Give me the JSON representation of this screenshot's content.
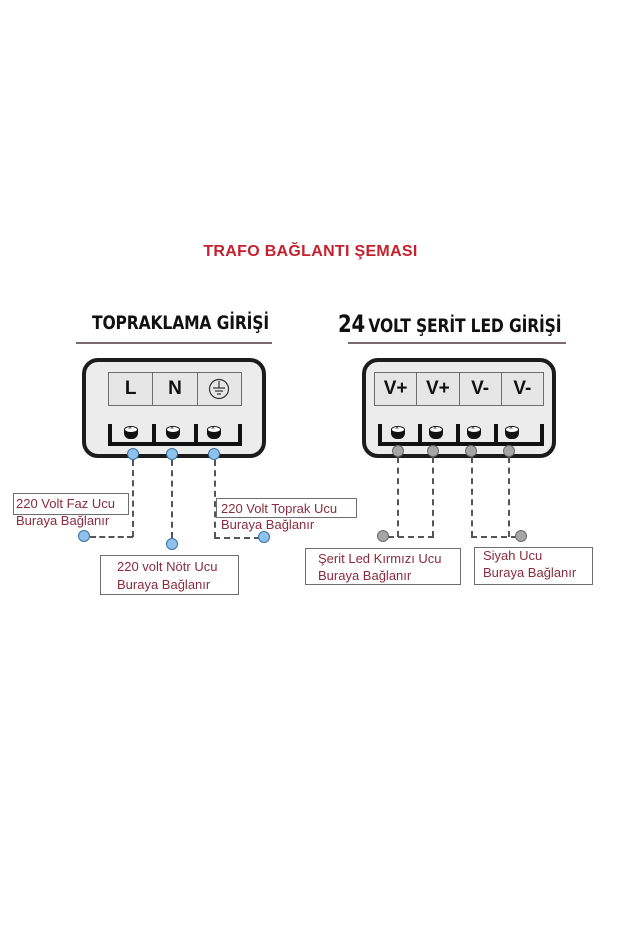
{
  "title": "TRAFO BAĞLANTI ŞEMASI",
  "colors": {
    "title": "#c4212e",
    "label_text": "#8a2b3e",
    "input_node": "#8ec1ec",
    "output_node": "#a6a6a6"
  },
  "input_section": {
    "heading": "TOPRAKLAMA GİRİŞİ",
    "terminals": [
      "L",
      "N",
      "earth-ground-symbol"
    ],
    "labels": {
      "phase": {
        "line1": "220 Volt Faz Ucu",
        "line2": "Buraya Bağlanır"
      },
      "neutral": {
        "line1": "220 volt Nötr Ucu",
        "line2": "Buraya Bağlanır"
      },
      "ground": {
        "line1": "220 Volt Toprak Ucu",
        "line2": "Buraya Bağlanır"
      }
    }
  },
  "output_section": {
    "heading_number": "24",
    "heading_text": "VOLT ŞERİT LED GİRİŞİ",
    "terminals": [
      "V+",
      "V+",
      "V-",
      "V-"
    ],
    "labels": {
      "positive": {
        "line1": "Şerit Led Kırmızı Ucu",
        "line2": "Buraya Bağlanır"
      },
      "negative": {
        "line1": "Siyah Ucu",
        "line2": "Buraya Bağlanır"
      }
    }
  }
}
